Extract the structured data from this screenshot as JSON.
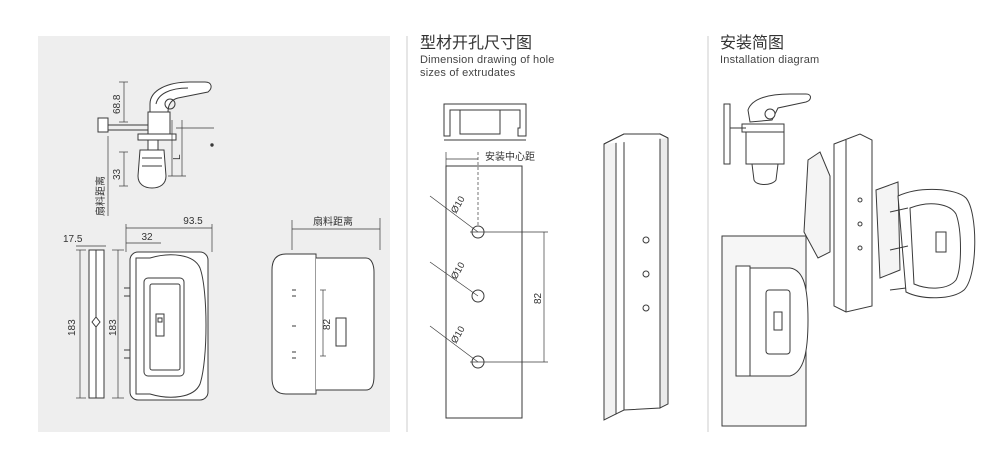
{
  "sections": {
    "profile": {
      "title_cn": "型材开孔尺寸图",
      "title_en_line1": "Dimension drawing of hole",
      "title_en_line2": "sizes of extrudates"
    },
    "install": {
      "title_cn": "安装简图",
      "title_en": "Installation diagram"
    }
  },
  "dimensions": {
    "height_top": "68.8",
    "offset_33": "33",
    "L": "L",
    "sash_distance": "扇料距离",
    "width_93_5": "93.5",
    "width_17_5": "17.5",
    "width_32": "32",
    "height_183_left": "183",
    "height_183_right": "183",
    "sash_distance_2": "扇料距离",
    "hole_spacing_82_left": "82",
    "mount_center_distance": "安装中心距",
    "hole_diam_1": "Ø10",
    "hole_diam_2": "Ø10",
    "hole_diam_3": "Ø10",
    "hole_spacing_82_right": "82"
  },
  "colors": {
    "panel_bg": "#eeeeee",
    "line": "#3a3a3a",
    "divider": "#cccccc"
  }
}
